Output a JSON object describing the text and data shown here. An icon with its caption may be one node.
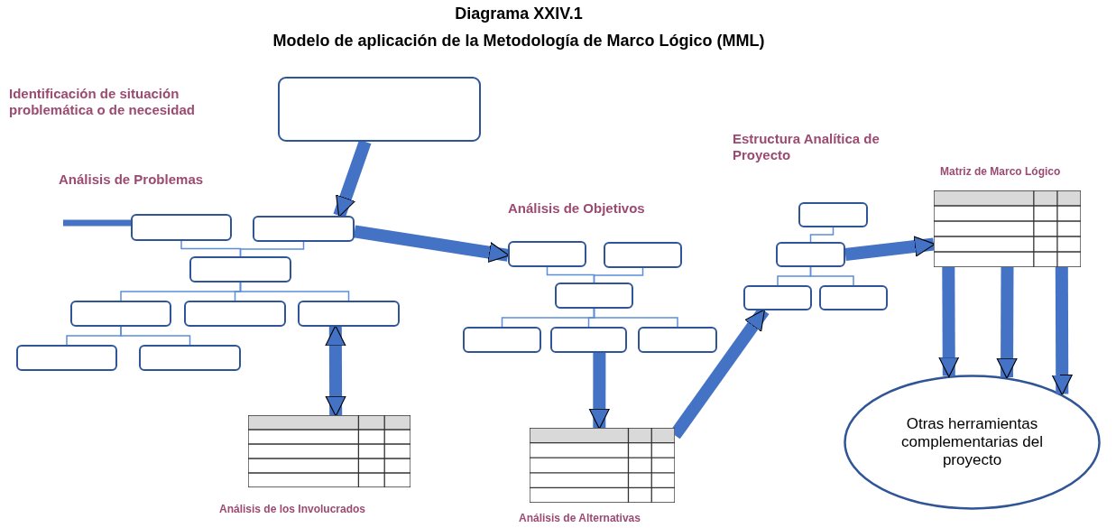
{
  "diagram": {
    "title": "Diagrama XXIV.1",
    "nodes": [
      {
        "text": [],
        "shape": "box"
      },
      {
        "text": [],
        "shape": "box"
      },
      {
        "text": [],
        "shape": "box"
      },
      {
        "text": [],
        "shape": "box"
      },
      {
        "text": [],
        "shape": "box"
      },
      {
        "text": [],
        "shape": "box"
      },
      {
        "text": [],
        "shape": "box"
      },
      {
        "text": [],
        "shape": "box"
      },
      {
        "text": [],
        "shape": "box"
      },
      {
        "text": [],
        "shape": "table"
      },
      {
        "text": [],
        "shape": "box"
      },
      {
        "text": [],
        "shape": "box"
      },
      {
        "text": [],
        "shape": "box"
      },
      {
        "text": [],
        "shape": "box"
      },
      {
        "text": [],
        "shape": "box"
      },
      {
        "text": [],
        "shape": "box"
      },
      {
        "text": [],
        "shape": "table"
      },
      {
        "text": [],
        "shape": "box"
      },
      {
        "text": [],
        "shape": "box"
      },
      {
        "text": [],
        "shape": "box"
      },
      {
        "text": [],
        "shape": "box"
      },
      {
        "text": [],
        "shape": "table"
      },
      {
        "text": [
          "Otras herramientas complementarias del proyecto"
        ]
      }
    ],
    "edges": [
      {
        "from": null,
        "to": 1,
        "arrow": "none",
        "style": "thick"
      },
      {
        "from": 0,
        "to": 2,
        "arrow": "to",
        "style": "thick"
      },
      {
        "from": 1,
        "to": 3,
        "arrow": "none"
      },
      {
        "from": 2,
        "to": 3,
        "arrow": "none"
      },
      {
        "from": 3,
        "to": 4,
        "arrow": "none"
      },
      {
        "from": 3,
        "to": 5,
        "arrow": "none"
      },
      {
        "from": 3,
        "to": 6,
        "arrow": "none"
      },
      {
        "from": 4,
        "to": 7,
        "arrow": "none"
      },
      {
        "from": 4,
        "to": 8,
        "arrow": "none"
      },
      {
        "from": 6,
        "to": 9,
        "arrow": "both",
        "style": "thick"
      },
      {
        "from": 2,
        "to": 10,
        "arrow": "to",
        "style": "thick"
      },
      {
        "from": 10,
        "to": 12,
        "arrow": "none"
      },
      {
        "from": 11,
        "to": 12,
        "arrow": "none"
      },
      {
        "from": 12,
        "to": 13,
        "arrow": "none"
      },
      {
        "from": 12,
        "to": 14,
        "arrow": "none"
      },
      {
        "from": 12,
        "to": 15,
        "arrow": "none"
      },
      {
        "from": 14,
        "to": 16,
        "arrow": "to",
        "style": "thick"
      },
      {
        "from": 16,
        "to": 19,
        "arrow": "to",
        "style": "thick"
      },
      {
        "from": 17,
        "to": 18,
        "arrow": "none"
      },
      {
        "from": 18,
        "to": 19,
        "arrow": "none"
      },
      {
        "from": 18,
        "to": 20,
        "arrow": "none"
      },
      {
        "from": 18,
        "to": 21,
        "arrow": "to",
        "style": "thick"
      },
      {
        "from": 21,
        "to": 22,
        "arrow": "to",
        "style": "thick"
      },
      {
        "from": 21,
        "to": 22,
        "arrow": "to",
        "style": "thick"
      },
      {
        "from": 21,
        "to": 22,
        "arrow": "to",
        "style": "thick"
      }
    ],
    "labels": [
      "Modelo de aplicación de la Metodología de Marco Lógico (MML)",
      "Identificación de situación problemática o de necesidad",
      "Análisis de Problemas",
      "Estructura Analítica de Proyecto",
      "Matriz de Marco Lógico",
      "Análisis de Objetivos",
      "Análisis de los Involucrados",
      "Análisis de Alternativas"
    ]
  }
}
